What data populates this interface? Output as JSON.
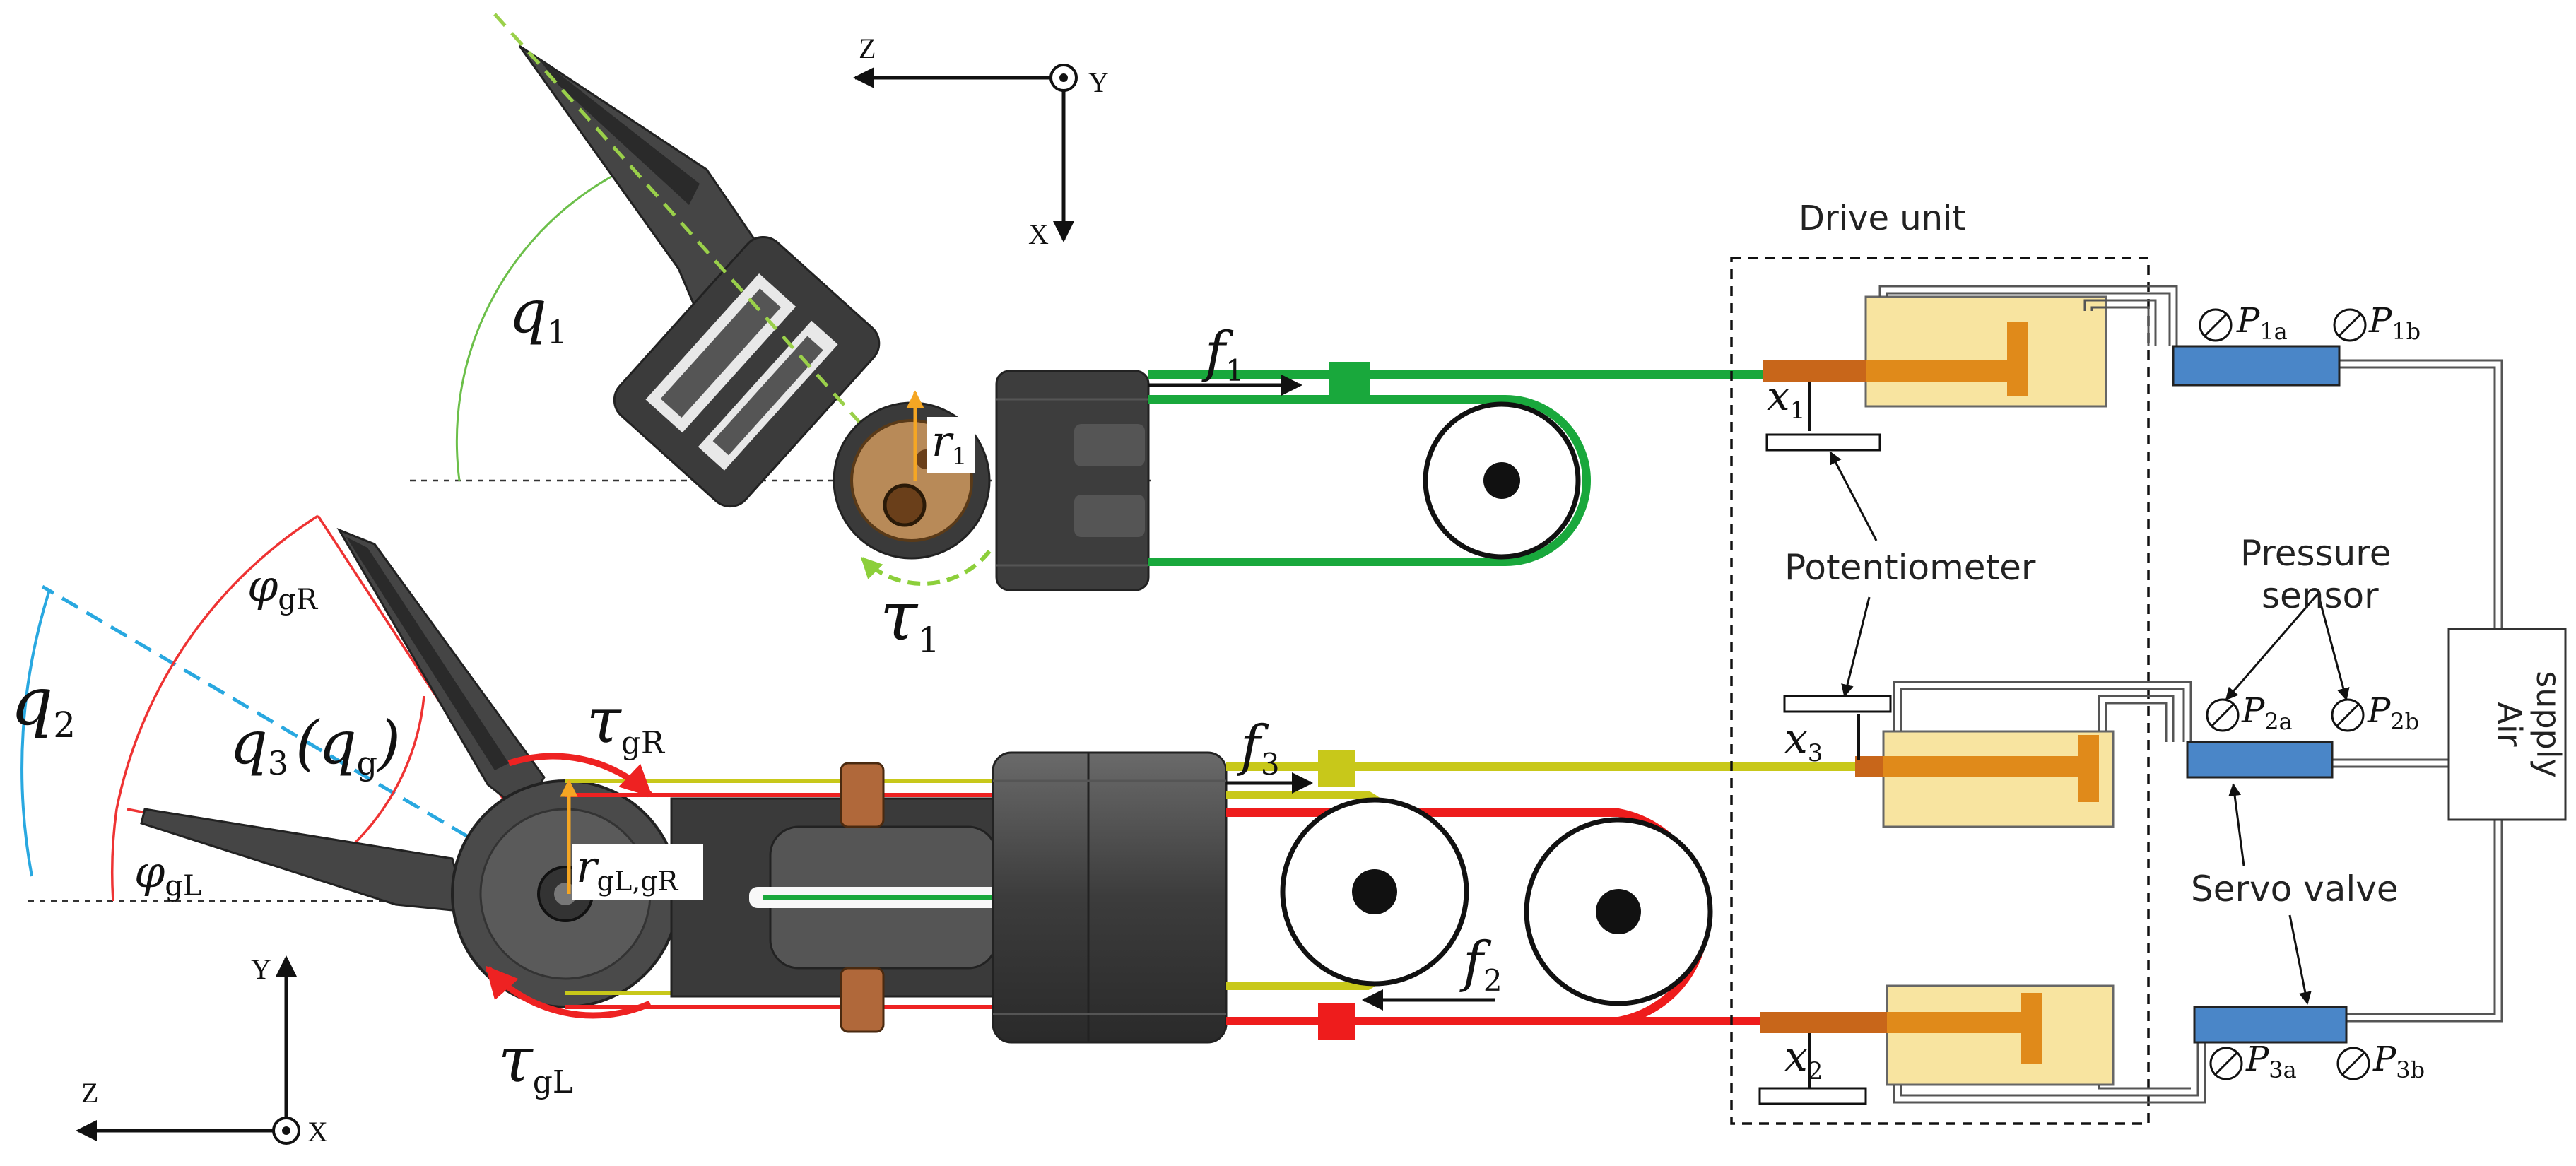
{
  "colors": {
    "green_cable": "#19a83c",
    "yellow_cable": "#c8c81a",
    "red_cable": "#ee1c1c",
    "orange_rod": "#c8661a",
    "cylinder_body": "#f8e4a0",
    "piston": "#e08a1a",
    "servo_valve": "#4a86c8",
    "arm_dark": "#4a4a4a",
    "angle_red": "#e33",
    "angle_blue": "#29a8e0",
    "angle_green": "#6cbf4a",
    "torque_arrow": "#f5a623"
  },
  "icons": {
    "y_axis_out_of_plane": "dot-in-circle-icon",
    "x_axis_out_of_plane": "dot-in-circle-icon",
    "pressure_gauge": "gauge-circle-icon",
    "pulley": "pulley-wheel-icon"
  },
  "axes_top": {
    "z": "Z",
    "y": "Y",
    "x": "X"
  },
  "axes_bottom": {
    "y": "Y",
    "z": "Z",
    "x": "X"
  },
  "joint_top": {
    "angle": "q",
    "angle_sub": "1",
    "radius": "r",
    "radius_sub": "1",
    "torque": "τ",
    "torque_sub": "1",
    "force": "f",
    "force_sub": "1"
  },
  "gripper": {
    "q2": "q",
    "q2_sub": "2",
    "q3_text": "q",
    "q3_sub": "3",
    "q3_paren": "(q",
    "qg_sub": "g",
    "q3_close": ")",
    "phi_gR": "φ",
    "phi_gR_sub": "gR",
    "phi_gL": "φ",
    "phi_gL_sub": "gL",
    "tau_gR": "τ",
    "tau_gR_sub": "gR",
    "tau_gL": "τ",
    "tau_gL_sub": "gL",
    "radius": "r",
    "radius_sub": "gL,gR",
    "f3": "f",
    "f3_sub": "3",
    "f2": "f",
    "f2_sub": "2"
  },
  "drive_unit": {
    "title": "Drive unit",
    "potentiometer": "Potentiometer",
    "pressure_sensor_line1": "Pressure",
    "pressure_sensor_line2": "sensor",
    "servo_valve": "Servo valve",
    "air_supply_line1": "Air",
    "air_supply_line2": "supply",
    "x1": "x",
    "x1_sub": "1",
    "x2": "x",
    "x2_sub": "2",
    "x3": "x",
    "x3_sub": "3",
    "p1a": "P",
    "p1a_sub": "1a",
    "p1b": "P",
    "p1b_sub": "1b",
    "p2a": "P",
    "p2a_sub": "2a",
    "p2b": "P",
    "p2b_sub": "2b",
    "p3a": "P",
    "p3a_sub": "3a",
    "p3b": "P",
    "p3b_sub": "3b"
  }
}
